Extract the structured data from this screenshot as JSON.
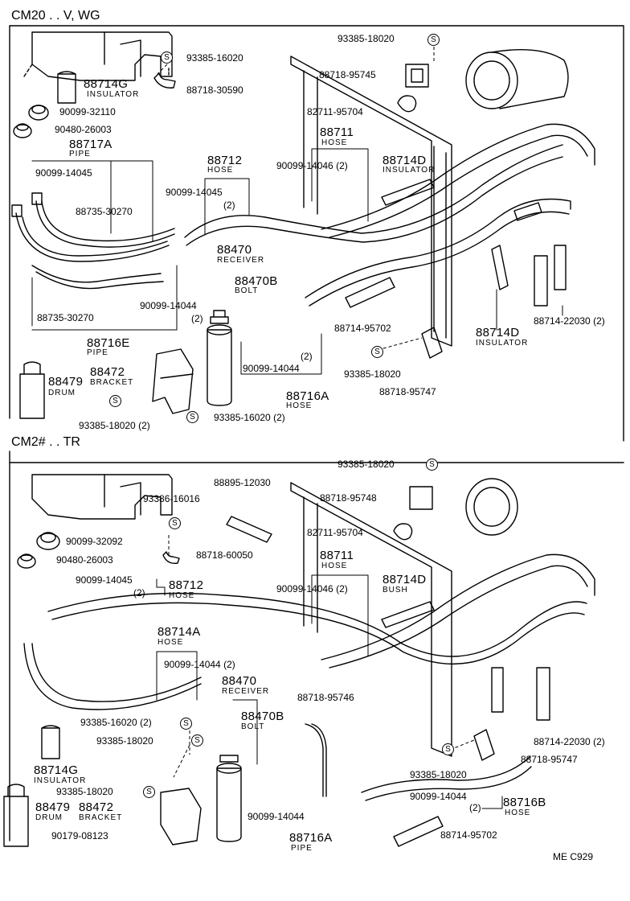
{
  "sections": {
    "top": "CM20 . . V, WG",
    "bottom": "CM2# . . TR"
  },
  "top": {
    "p_93385_18020": "93385-18020",
    "p_93385_16020": "93385-16020",
    "p_88718_95745": "88718-95745",
    "p_88714G": "88714G",
    "p_insulator_1": "INSULATOR",
    "p_88718_30590": "88718-30590",
    "p_82711_95704": "82711-95704",
    "p_90099_32110": "90099-32110",
    "p_88711": "88711",
    "p_hose_1": "HOSE",
    "p_90480_26003": "90480-26003",
    "p_88717A": "88717A",
    "p_pipe_1": "PIPE",
    "p_88714D_a": "88714D",
    "p_insulator_2": "INSULATOR",
    "p_90099_14046": "90099-14046 (2)",
    "p_88712": "88712",
    "p_hose_2": "HOSE",
    "p_90099_14045_a": "90099-14045",
    "p_90099_14045_b": "90099-14045",
    "p_2_a": "(2)",
    "p_88735_30270_a": "88735-30270",
    "p_88470": "88470",
    "p_receiver_1": "RECEIVER",
    "p_88470B": "88470B",
    "p_bolt_1": "BOLT",
    "p_90099_14044_a": "90099-14044",
    "p_2_b": "(2)",
    "p_88714_95702": "88714-95702",
    "p_88735_30270_b": "88735-30270",
    "p_88714D_b": "88714D",
    "p_insulator_3": "INSULATOR",
    "p_88714_22030": "88714-22030 (2)",
    "p_88716E": "88716E",
    "p_pipe_2": "PIPE",
    "p_2_c": "(2)",
    "p_90099_14044_b": "90099-14044",
    "p_93385_18020_b": "93385-18020",
    "p_88479": "88479",
    "p_drum_1": "DRUM",
    "p_88472": "88472",
    "p_bracket_1": "BRACKET",
    "p_88718_95747": "88718-95747",
    "p_88716A": "88716A",
    "p_hose_3": "HOSE",
    "p_93385_18020_c": "93385-18020 (2)",
    "p_93385_16020_b": "93385-16020 (2)"
  },
  "bottom": {
    "p_93385_18020": "93385-18020",
    "p_88895_12030": "88895-12030",
    "p_93386_16016": "93386-16016",
    "p_88718_95748": "88718-95748",
    "p_82711_95704": "82711-95704",
    "p_90099_32092": "90099-32092",
    "p_88718_60050": "88718-60050",
    "p_90480_26003": "90480-26003",
    "p_88711": "88711",
    "p_hose_1": "HOSE",
    "p_88714D": "88714D",
    "p_bush": "BUSH",
    "p_90099_14045": "90099-14045",
    "p_88712": "88712",
    "p_2_a": "(2)",
    "p_hose_2": "HOSE",
    "p_90099_14046": "90099-14046 (2)",
    "p_88714A": "88714A",
    "p_hose_3": "HOSE",
    "p_90099_14044_a": "90099-14044 (2)",
    "p_88470": "88470",
    "p_receiver": "RECEIVER",
    "p_88718_95746": "88718-95746",
    "p_93385_16020": "93385-16020 (2)",
    "p_88470B": "88470B",
    "p_bolt": "BOLT",
    "p_93385_18020_b": "93385-18020",
    "p_88714G": "88714G",
    "p_insulator": "INSULATOR",
    "p_88714_22030": "88714-22030 (2)",
    "p_88718_95747": "88718-95747",
    "p_93385_18020_c": "93385-18020",
    "p_93385_18020_d": "93385-18020",
    "p_90099_14044_b": "90099-14044",
    "p_2_b": "(2)",
    "p_88716B": "88716B",
    "p_hose_4": "HOSE",
    "p_88479": "88479",
    "p_88472": "88472",
    "p_drum": "DRUM",
    "p_bracket": "BRACKET",
    "p_90099_14044_c": "90099-14044",
    "p_88714_95702": "88714-95702",
    "p_90179_08123": "90179-08123",
    "p_88716A": "88716A",
    "p_pipe": "PIPE"
  },
  "footer": {
    "code": "ME  C929"
  },
  "symbols": {
    "s": "S"
  }
}
